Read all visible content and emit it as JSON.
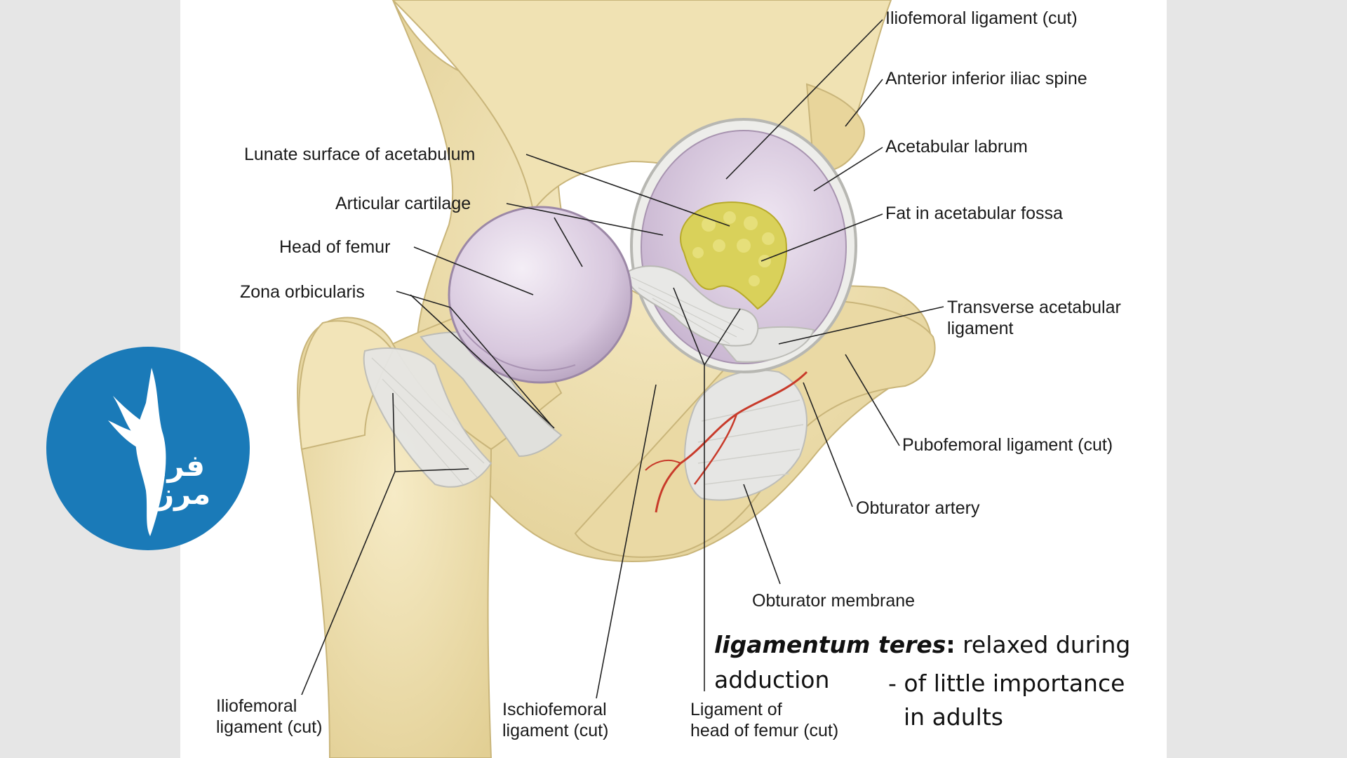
{
  "logo": {
    "brand_text_line1": "فرا",
    "brand_text_line2": "مرز",
    "color": "#1a7ab8"
  },
  "labels": {
    "iliofemoral_cut_top": "Iliofemoral ligament (cut)",
    "anterior_inferior_iliac_spine": "Anterior inferior iliac spine",
    "acetabular_labrum": "Acetabular labrum",
    "fat_in_acetabular_fossa": "Fat in acetabular fossa",
    "transverse_acetabular_line1": "Transverse acetabular",
    "transverse_acetabular_line2": "ligament",
    "pubofemoral_cut": "Pubofemoral ligament (cut)",
    "obturator_artery": "Obturator artery",
    "obturator_membrane": "Obturator membrane",
    "lunate_surface": "Lunate surface of acetabulum",
    "articular_cartilage": "Articular cartilage",
    "head_of_femur": "Head of femur",
    "zona_orbicularis": "Zona orbicularis",
    "iliofemoral_cut_bottom_line1": "Iliofemoral",
    "iliofemoral_cut_bottom_line2": "ligament (cut)",
    "ischiofemoral_line1": "Ischiofemoral",
    "ischiofemoral_line2": "ligament (cut)",
    "ligament_head_line1": "Ligament of",
    "ligament_head_line2": "head of femur (cut)"
  },
  "note": {
    "term": "ligamentum teres",
    "colon": ":",
    "line1_rest": " relaxed during",
    "line2": "adduction",
    "bullet_line1": "- of little importance",
    "bullet_line2": "in adults"
  },
  "colors": {
    "bone": "#eddcaa",
    "bone_shade": "#d9c488",
    "cartilage": "#dccbe0",
    "fat": "#d9d15a",
    "ligament": "#e4e4e2",
    "artery": "#c83a2a",
    "outer_bg": "#e6e6e6"
  }
}
